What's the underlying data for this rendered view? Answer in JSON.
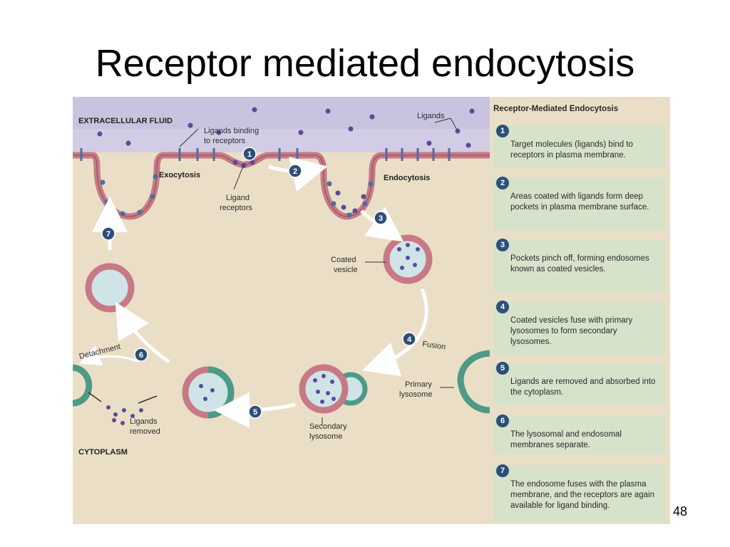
{
  "slide": {
    "title": "Receptor mediated endocytosis",
    "page_number": "48"
  },
  "figure": {
    "labels": {
      "extracellular_fluid": "EXTRACELLULAR FLUID",
      "cytoplasm": "CYTOPLASM",
      "ligands": "Ligands",
      "ligands_binding_line1": "Ligands binding",
      "ligands_binding_line2": "to receptors",
      "exocytosis": "Exocytosis",
      "endocytosis": "Endocytosis",
      "ligand_receptors_line1": "Ligand",
      "ligand_receptors_line2": "receptors",
      "coated_vesicle_line1": "Coated",
      "coated_vesicle_line2": "vesicle",
      "fusion": "Fusion",
      "detachment": "Detachment",
      "primary_lysosome_line1": "Primary",
      "primary_lysosome_line2": "lysosome",
      "secondary_lysosome_line1": "Secondary",
      "secondary_lysosome_line2": "lysosome",
      "ligands_removed_line1": "Ligands",
      "ligands_removed_line2": "removed"
    },
    "diagram_badges": [
      "1",
      "2",
      "3",
      "4",
      "5",
      "6",
      "7"
    ],
    "colors": {
      "extracellular": "#c9c3df",
      "cytoplasm": "#eadfc6",
      "membrane": "#c77a86",
      "ligand": "#5b4a9e",
      "lysosome": "#4e9a86",
      "vesicle_fill": "#cfe4e6",
      "badge": "#2c4f7a",
      "step_box": "#d7e2cb"
    },
    "steps_title": "Receptor-Mediated Endocytosis",
    "steps": [
      {
        "number": "1",
        "text": "Target molecules (ligands) bind to receptors in plasma membrane."
      },
      {
        "number": "2",
        "text": "Areas coated with ligands form deep pockets in plasma membrane surface."
      },
      {
        "number": "3",
        "text": "Pockets pinch off, forming endosomes known as coated vesicles."
      },
      {
        "number": "4",
        "text": "Coated vesicles fuse with primary lysosomes to form secondary lysosomes."
      },
      {
        "number": "5",
        "text": "Ligands are removed and absorbed into the cytoplasm."
      },
      {
        "number": "6",
        "text": "The lysosomal and endosomal membranes separate."
      },
      {
        "number": "7",
        "text": "The endosome fuses with the plasma membrane, and the receptors are again available for ligand binding."
      }
    ]
  }
}
